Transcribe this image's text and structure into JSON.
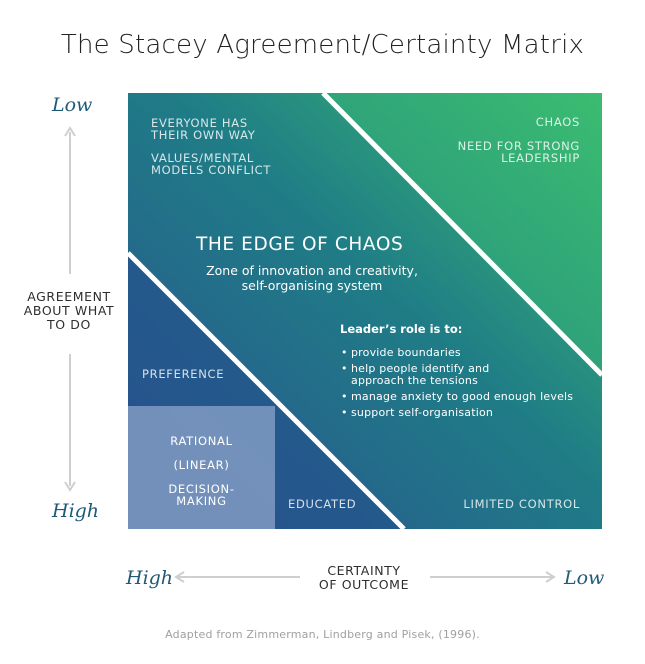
{
  "title": "The Stacey Agreement/Certainty Matrix",
  "y_axis": {
    "top_word": "Low",
    "bottom_word": "High",
    "label_lines": [
      "AGREEMENT",
      "ABOUT WHAT",
      "TO DO"
    ]
  },
  "x_axis": {
    "left_word": "High",
    "right_word": "Low",
    "label_lines": [
      "CERTAINTY",
      "OF OUTCOME"
    ]
  },
  "zones": {
    "anarchy_lines": [
      "EVERYONE HAS",
      "THEIR OWN WAY"
    ],
    "values_lines": [
      "VALUES/MENTAL",
      "MODELS CONFLICT"
    ],
    "chaos": "CHAOS",
    "strong_leadership_lines": [
      "NEED FOR STRONG",
      "LEADERSHIP"
    ],
    "edge_title": "THE EDGE OF CHAOS",
    "edge_sub_lines": [
      "Zone of innovation and creativity,",
      "self-organising system"
    ],
    "leader_heading": "Leader’s role is to:",
    "leader_items": [
      "provide boundaries",
      "help people identify and approach the tensions",
      "manage anxiety to good enough levels",
      "support self-organisation"
    ],
    "preference": "PREFERENCE",
    "rational": "RATIONAL",
    "linear": "(LINEAR)",
    "decision_lines": [
      "DECISION-",
      "MAKING"
    ],
    "educated": "EDUCATED",
    "limited_control": "LIMITED CONTROL"
  },
  "colors": {
    "axis_word": "#1f5a78",
    "matrix_gradient_start": "#2a5f8e",
    "matrix_gradient_end": "#38c070",
    "rational_box": "#6f8fb5",
    "arrow": "#cfcfcf"
  },
  "caption": "Adapted from Zimmerman, Lindberg and Pisek, (1996)."
}
